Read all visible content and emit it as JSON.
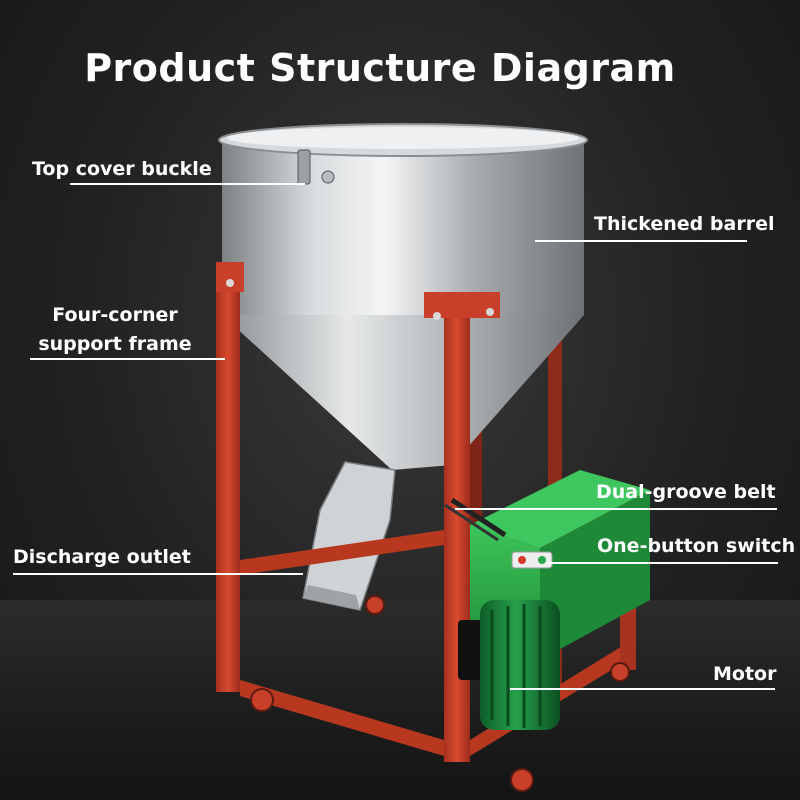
{
  "title": "Product Structure Diagram",
  "labels": {
    "top_cover_buckle": "Top cover buckle",
    "thickened_barrel": "Thickened barrel",
    "support_frame_line1": "Four-corner",
    "support_frame_line2": "support frame",
    "discharge_outlet": "Discharge outlet",
    "dual_groove_belt": "Dual-groove belt",
    "one_button_switch": "One-button switch",
    "motor": "Motor"
  },
  "colors": {
    "text": "#ffffff",
    "frame": "#c8402a",
    "steel": "#c9ccce",
    "motor_box": "#28a040",
    "motor": "#1c8f40",
    "background": "#222222"
  }
}
